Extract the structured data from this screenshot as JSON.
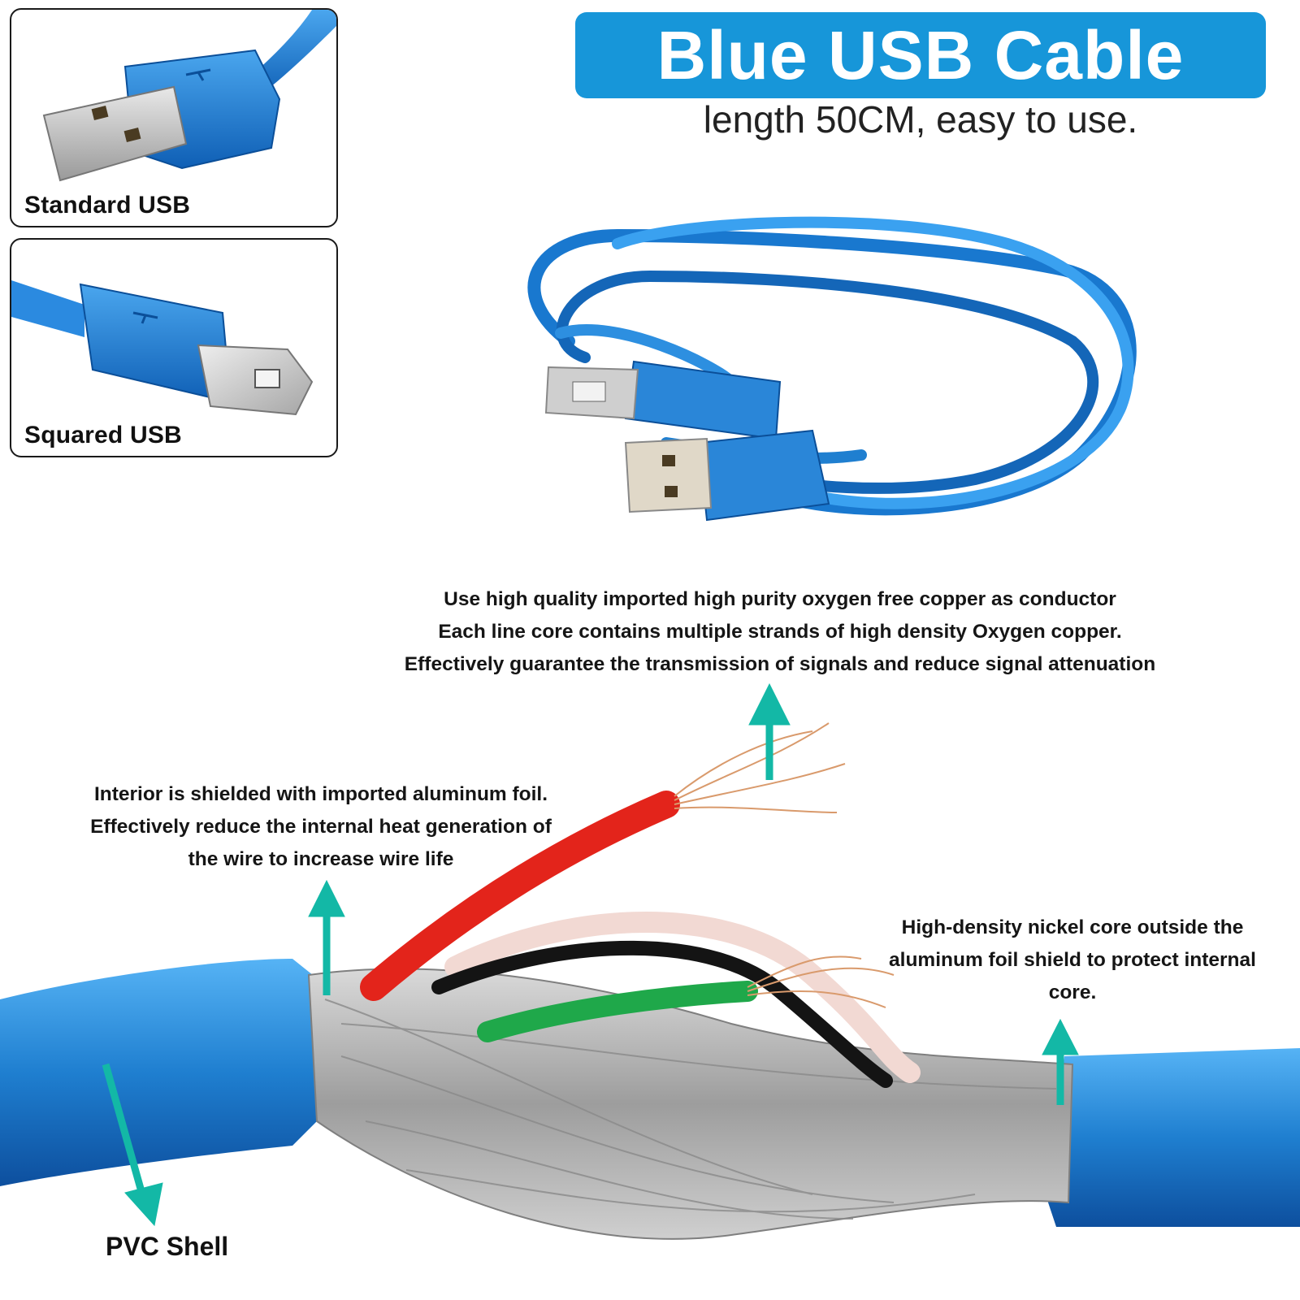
{
  "banner": {
    "title": "Blue USB Cable",
    "subtitle": "length 50CM, easy to use."
  },
  "insets": [
    {
      "label": "Standard  USB",
      "connector": "usb-type-a"
    },
    {
      "label": "Squared USB",
      "connector": "usb-type-b"
    }
  ],
  "annotations": {
    "conductor": [
      "Use high quality imported high purity oxygen free copper as conductor",
      "Each line core contains multiple strands of high density Oxygen copper.",
      "Effectively guarantee the transmission of signals  and  reduce  signal attenuation"
    ],
    "foil": [
      "Interior is shielded with imported aluminum foil.",
      "Effectively reduce the internal heat generation of",
      "the wire to increase wire life"
    ],
    "nickel": [
      "High-density nickel core outside the",
      "aluminum foil shield to protect internal",
      "core."
    ],
    "pvc": "PVC Shell"
  },
  "colors": {
    "brand_blue": "#1796d9",
    "cable_blue": "#1f7fd0",
    "arrow_teal": "#13b8a6",
    "wire_red": "#e3241b",
    "wire_green": "#1fa84a",
    "wire_white": "#f2d9d3",
    "wire_black": "#141414",
    "copper": "#d99a6c"
  }
}
